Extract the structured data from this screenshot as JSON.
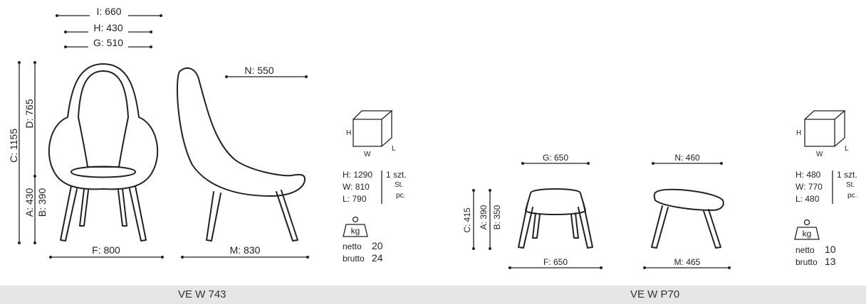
{
  "products": [
    {
      "code": "VE W 743",
      "dims": {
        "I": "I: 660",
        "H": "H: 430",
        "G": "G: 510",
        "N": "N: 550",
        "C": "C: 1155",
        "D": "D: 765",
        "A": "A: 430",
        "B": "B: 390",
        "F": "F: 800",
        "M": "M: 830"
      },
      "box": {
        "h_letter": "H",
        "w_letter": "W",
        "l_letter": "L",
        "h": "H: 1290",
        "w": "W: 810",
        "l": "L: 790",
        "qty": "1 szt.",
        "st": "St.",
        "pc": "pc."
      },
      "weight": {
        "unit": "kg",
        "netto_label": "netto",
        "netto": "20",
        "brutto_label": "brutto",
        "brutto": "24"
      }
    },
    {
      "code": "VE W P70",
      "dims": {
        "G": "G: 650",
        "N": "N: 460",
        "C": "C: 415",
        "A": "A: 390",
        "B": "B: 350",
        "F": "F: 650",
        "M": "M: 465"
      },
      "box": {
        "h_letter": "H",
        "w_letter": "W",
        "l_letter": "L",
        "h": "H: 480",
        "w": "W: 770",
        "l": "L: 480",
        "qty": "1 szt.",
        "st": "St.",
        "pc": "pc."
      },
      "weight": {
        "unit": "kg",
        "netto_label": "netto",
        "netto": "10",
        "brutto_label": "brutto",
        "brutto": "13"
      }
    }
  ]
}
